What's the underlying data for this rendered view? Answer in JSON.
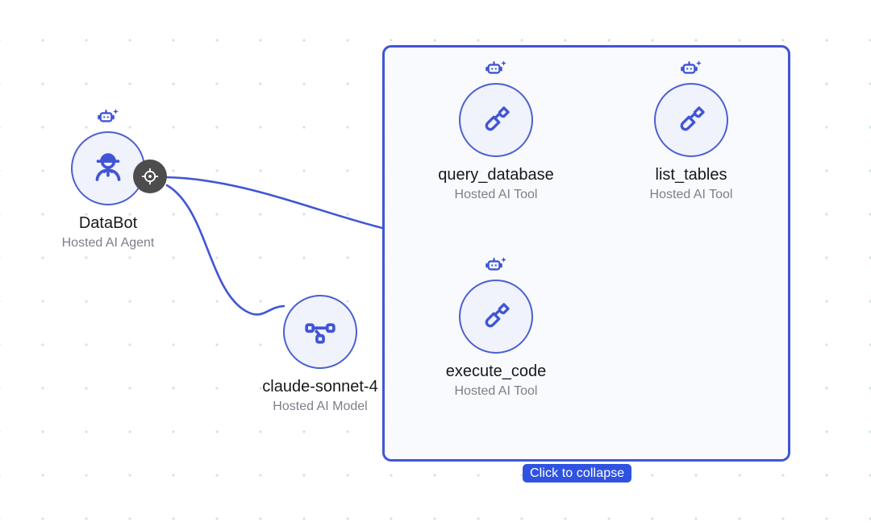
{
  "canvas": {
    "grid": "dot-grid",
    "background_color": "#ffffff",
    "dot_color": "#cfe8da",
    "accent_color": "#4055d4",
    "node_fill_color": "#f0f2fc",
    "badge_color": "#2f53e0"
  },
  "agent": {
    "title": "DataBot",
    "subtitle": "Hosted AI Agent",
    "icon": "agent-person-hat-icon",
    "badge_icon": "robot-sparkle-icon",
    "handle_icon": "crosshair-target-icon"
  },
  "model": {
    "title": "claude-sonnet-4",
    "subtitle": "Hosted AI Model",
    "icon": "model-network-icon"
  },
  "group": {
    "collapse_label": "Click to collapse"
  },
  "tools": [
    {
      "title": "query_database",
      "subtitle": "Hosted AI Tool",
      "icon": "screwdriver-tool-icon",
      "badge_icon": "robot-sparkle-icon"
    },
    {
      "title": "list_tables",
      "subtitle": "Hosted AI Tool",
      "icon": "screwdriver-tool-icon",
      "badge_icon": "robot-sparkle-icon"
    },
    {
      "title": "execute_code",
      "subtitle": "Hosted AI Tool",
      "icon": "screwdriver-tool-icon",
      "badge_icon": "robot-sparkle-icon"
    }
  ]
}
